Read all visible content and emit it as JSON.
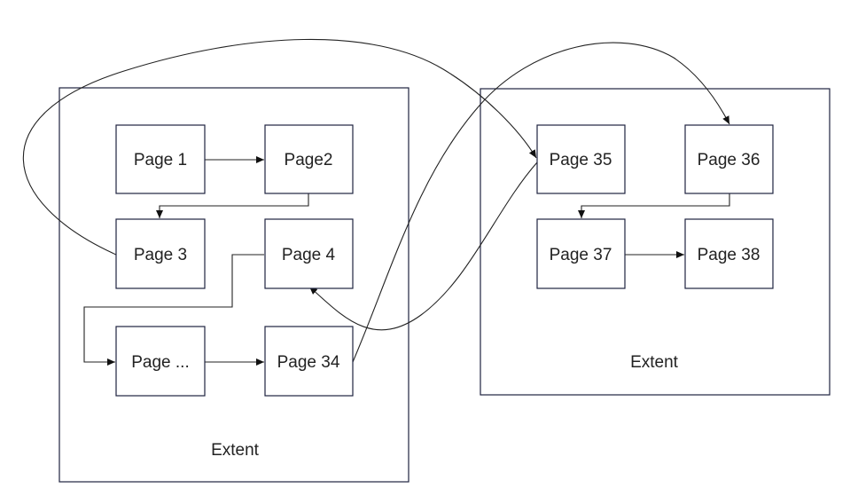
{
  "diagram": {
    "extents": [
      {
        "id": "extent-left",
        "label": "Extent"
      },
      {
        "id": "extent-right",
        "label": "Extent"
      }
    ],
    "pages": [
      {
        "id": "p1",
        "label": "Page 1"
      },
      {
        "id": "p2",
        "label": "Page2"
      },
      {
        "id": "p3",
        "label": "Page 3"
      },
      {
        "id": "p4",
        "label": "Page 4"
      },
      {
        "id": "pe",
        "label": "Page ..."
      },
      {
        "id": "p34",
        "label": "Page 34"
      },
      {
        "id": "p35",
        "label": "Page 35"
      },
      {
        "id": "p36",
        "label": "Page 36"
      },
      {
        "id": "p37",
        "label": "Page 37"
      },
      {
        "id": "p38",
        "label": "Page 38"
      }
    ],
    "edges": [
      {
        "from": "p1",
        "to": "p2"
      },
      {
        "from": "p2",
        "to": "p3"
      },
      {
        "from": "p3",
        "to": "p35"
      },
      {
        "from": "p35",
        "to": "p4"
      },
      {
        "from": "p4",
        "to": "pe"
      },
      {
        "from": "pe",
        "to": "p34"
      },
      {
        "from": "p34",
        "to": "p36"
      },
      {
        "from": "p36",
        "to": "p37"
      },
      {
        "from": "p37",
        "to": "p38"
      }
    ]
  }
}
